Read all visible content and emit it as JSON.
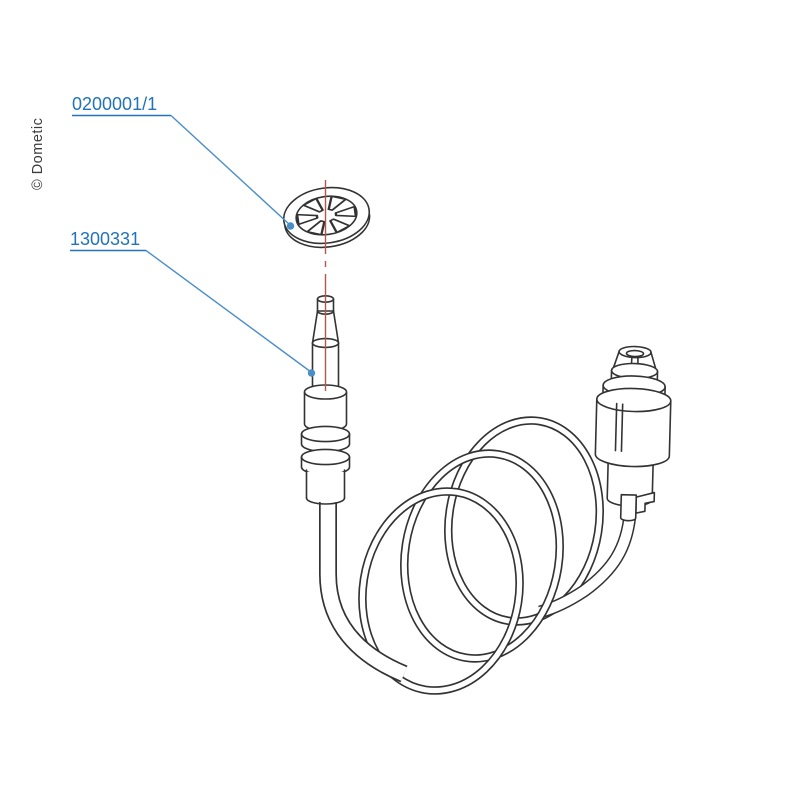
{
  "watermark": {
    "text": "© Dometic"
  },
  "diagram": {
    "labels": [
      {
        "text": "0200001/1",
        "part": "push-nut-fastener"
      },
      {
        "text": "1300331",
        "part": "thermocouple-probe"
      }
    ],
    "colors": {
      "background": "#ffffff",
      "line": "#333333",
      "label": "#2273b9",
      "leader": "#4a8ec9",
      "centerline": "#b5564c"
    }
  }
}
